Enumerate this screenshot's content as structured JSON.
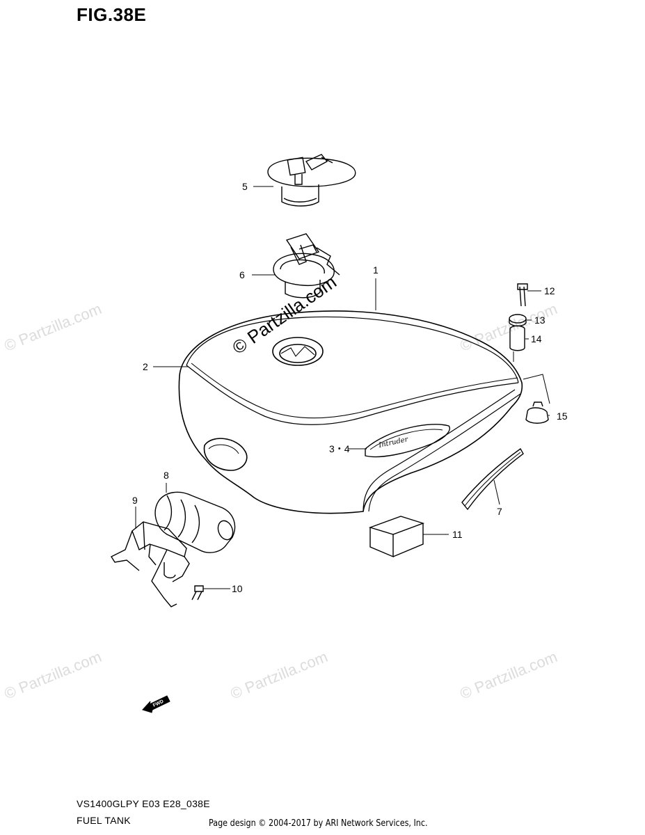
{
  "figure": {
    "title": "FIG.38E"
  },
  "watermark": {
    "text": "© Partzilla.com"
  },
  "emblem_text": "Intruder",
  "fwd_label": "FWD",
  "callouts": [
    {
      "id": "c1",
      "label": "1"
    },
    {
      "id": "c2",
      "label": "2"
    },
    {
      "id": "c34",
      "label": "3・4"
    },
    {
      "id": "c5",
      "label": "5"
    },
    {
      "id": "c6",
      "label": "6"
    },
    {
      "id": "c7",
      "label": "7"
    },
    {
      "id": "c8",
      "label": "8"
    },
    {
      "id": "c9",
      "label": "9"
    },
    {
      "id": "c10",
      "label": "10"
    },
    {
      "id": "c11",
      "label": "11"
    },
    {
      "id": "c12",
      "label": "12"
    },
    {
      "id": "c13",
      "label": "13"
    },
    {
      "id": "c14",
      "label": "14"
    },
    {
      "id": "c15",
      "label": "15"
    }
  ],
  "footer": {
    "model_code": "VS1400GLPY E03 E28_038E",
    "section_name": "FUEL TANK",
    "credit": "Page design © 2004-2017 by ARI Network Services, Inc."
  }
}
